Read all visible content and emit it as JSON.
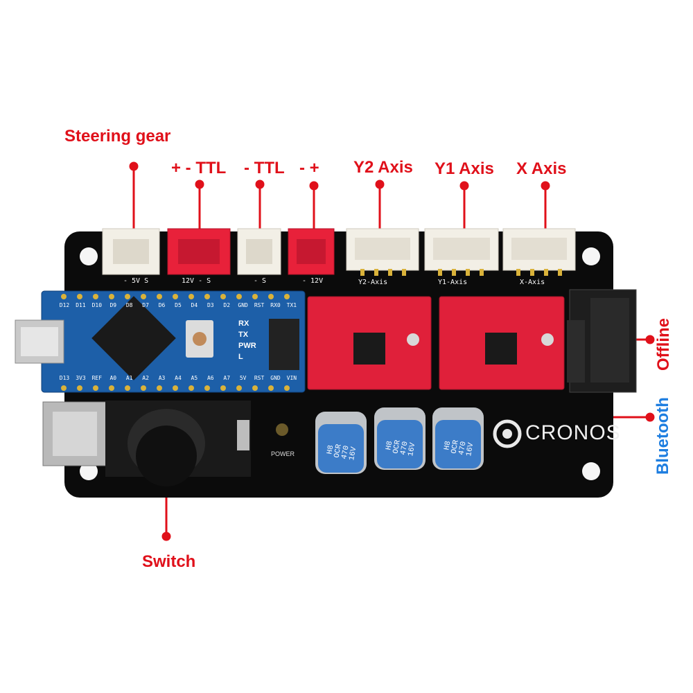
{
  "callouts": {
    "steering_gear": "Steering gear",
    "plus_minus_ttl": "+ - TTL",
    "minus_ttl": "- TTL",
    "minus_plus": "- +",
    "y2_axis": "Y2 Axis",
    "y1_axis": "Y1 Axis",
    "x_axis": "X Axis",
    "offline": "Offline",
    "bluetooth": "Bluetooth",
    "switch": "Switch"
  },
  "board": {
    "brand": "CRONOS",
    "power_label": "POWER",
    "silkscreen": {
      "servo": "- 5V S",
      "laser": "12V - S",
      "ttl": "- S",
      "power_conn": "- 12V",
      "y2": "Y2-Axis",
      "y1": "Y1-Axis",
      "x": "X-Axis"
    },
    "nano": {
      "top_pins": [
        "D12",
        "D11",
        "D10",
        "D9",
        "D8",
        "D7",
        "D6",
        "D5",
        "D4",
        "D3",
        "D2",
        "GND",
        "RST",
        "RX0",
        "TX1"
      ],
      "bottom_pins": [
        "D13",
        "3V3",
        "REF",
        "A0",
        "A1",
        "A2",
        "A3",
        "A4",
        "A5",
        "A6",
        "A7",
        "5V",
        "RST",
        "GND",
        "VIN"
      ],
      "leds": [
        "RX",
        "TX",
        "PWR",
        "L"
      ]
    },
    "capacitors": [
      {
        "lines": [
          "H8",
          "OCR",
          "470",
          "16V"
        ]
      },
      {
        "lines": [
          "H8",
          "OCR",
          "470",
          "16V"
        ]
      },
      {
        "lines": [
          "H8",
          "OCR",
          "470",
          "16V"
        ]
      }
    ]
  },
  "colors": {
    "callout_red": "#e0101a",
    "callout_blue": "#1e7ee0",
    "board": "#0b0b0b",
    "nano": "#1d5fa8",
    "driver": "#e0203a"
  }
}
